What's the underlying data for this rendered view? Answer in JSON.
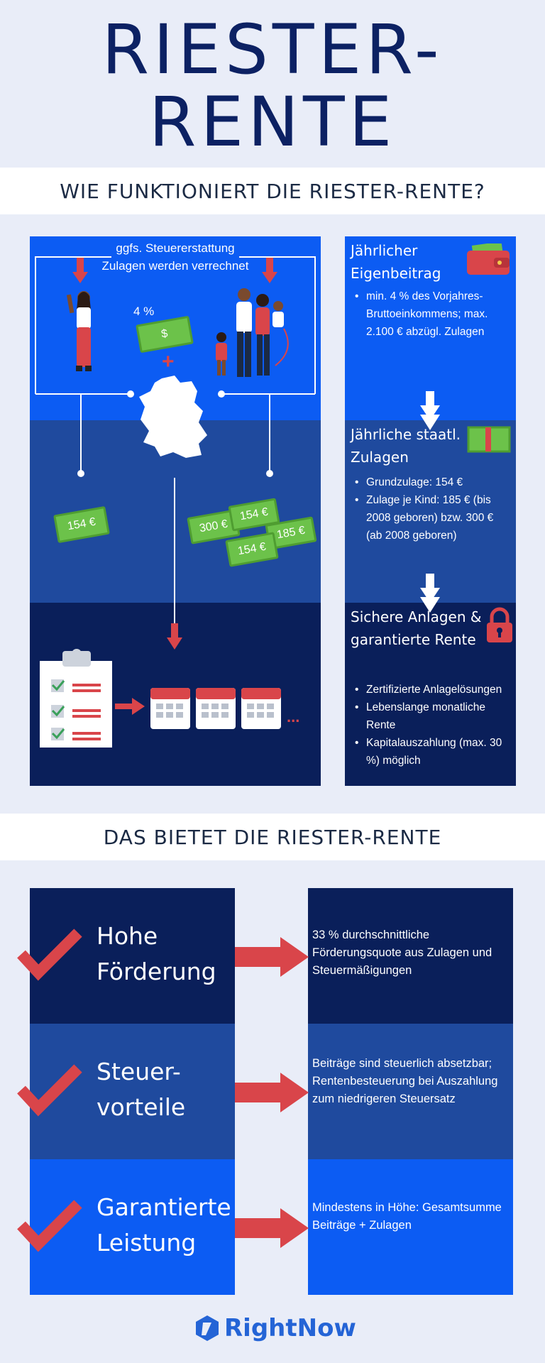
{
  "title": {
    "line1": "RIESTER-",
    "line2": "RENTE"
  },
  "section1": {
    "heading": "WIE FUNKTIONIERT DIE RIESTER-RENTE?",
    "diagram": {
      "label_refund": "ggfs. Steuererstattung",
      "label_offset": "Zulagen werden verrechnet",
      "percent": "4 %",
      "plus": "+",
      "bill_single": "154 €",
      "bill_300": "300 €",
      "bill_154a": "154 €",
      "bill_185": "185 €",
      "bill_154b": "154 €",
      "ellipsis": "..."
    },
    "steps": [
      {
        "title": "Jährlicher Eigenbeitrag",
        "items": [
          "min. 4 % des Vorjahres-Bruttoeinkommens; max. 2.100 € abzügl. Zulagen"
        ]
      },
      {
        "title": "Jährliche staatl. Zulagen",
        "items": [
          "Grundzulage: 154 €",
          "Zulage je Kind: 185 € (bis 2008 geboren) bzw. 300 € (ab 2008 geboren)"
        ]
      },
      {
        "title": "Sichere Anlagen & garantierte Rente",
        "items": [
          "Zertifizierte Anlagelösungen",
          "Lebenslange monatliche Rente",
          "Kapitalauszahlung (max. 30 %) möglich"
        ]
      }
    ]
  },
  "section2": {
    "heading": "DAS BIETET DIE RIESTER-RENTE",
    "features": [
      {
        "title_line1": "Hohe",
        "title_line2": "Förderung",
        "text": "33 % durchschnittliche Förderungsquote aus Zulagen und Steuermäßigungen"
      },
      {
        "title_line1": "Steuer-",
        "title_line2": "vorteile",
        "text": "Beiträge sind steuerlich absetzbar; Rentenbesteuerung bei Auszahlung zum niedrigeren Steuersatz"
      },
      {
        "title_line1": "Garantierte",
        "title_line2": "Leistung",
        "text": "Mindestens in Höhe: Gesamtsumme Beiträge + Zulagen"
      }
    ]
  },
  "footer": {
    "brand": "RightNow"
  },
  "colors": {
    "navy_title": "#0c2163",
    "bright_blue": "#0c5cf3",
    "mid_blue": "#1f4a9e",
    "dark_navy": "#0a1f5a",
    "accent_red": "#d9454a",
    "money_green": "#6cc24a",
    "page_bg": "#e9edf8"
  }
}
